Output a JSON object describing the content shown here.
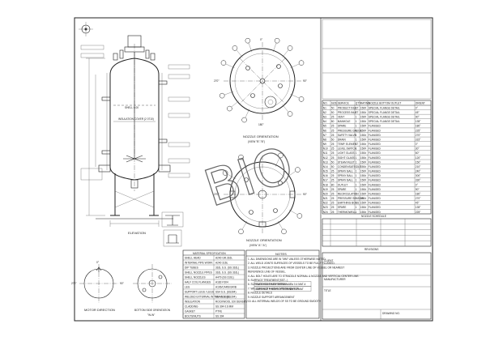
{
  "drawing": {
    "watermark": "BIO",
    "views": {
      "elevation": "ELEVATION",
      "motor_direction": "MOTOR DIRECTION",
      "bottom_nozzle": "BOTTOM SIDE ORIENTATION",
      "bottom_nozzle_sub": "\"W-W\"",
      "nozzle_orientation_top": "NOZZLE ORIENTATION",
      "nozzle_orientation_bottom": "NOZZLE ORIENTATION",
      "view_b": "(VIEW \"B\"-\"B\")",
      "view_a": "(VIEW \"A\"-\"A\")"
    },
    "elevation_labels": {
      "insulation_cover": "INSULATION COVER (2 0710)",
      "shell": "SHELL 6.00"
    },
    "angles": {
      "top": "0°",
      "left": "270°",
      "right": "90°",
      "bottom": "180°"
    },
    "notes": {
      "title": "NOTES",
      "lines": [
        "1. ALL DIMENSIONS ARE IN \"MM\" UNLESS OTHERWISE NOTED.",
        "2. ALL WELD JOINTS SURFACES OF VESSELS TO BE FULLY FLUSHED.",
        "3. NOZZLE PROJECTIONS ARE FROM CENTER LINE OF VESSEL OR NEAREST",
        "   REFERENCE LINE OF VESSEL.",
        "4. ALL BOLT HOLES ARE TO STRADDLE NORMAL & NOZZLE AND VERTICAL CENTER LINE.",
        "5. SURFACE TREATMENT(SST...)",
        "6. SURFACE FINISH EXTERNAL",
        "7. WELDING BOTH ASME SPECIFICATION",
        "8. NOZZLE DETAILS",
        "9. NOZZLE SUPPORT ARRANGEMENT",
        "10. ALL INTERNAL WELDS OF SS TO BE GROUND SMOOTH"
      ],
      "finish_rows": [
        [
          "SURFACE FINISH INTERNAL",
          "Ra 0.4 MAT-4"
        ],
        [
          "SURFACE FINISH EXTERNAL",
          "Ra 0.8 MAT"
        ]
      ]
    },
    "material_spec": {
      "title": "MATERIAL SPECIFICATION",
      "rows": [
        [
          "SHELL HEAD",
          "A240 GR.316L"
        ],
        [
          "INTERNAL PIPE WORK",
          "A240 316L"
        ],
        [
          "DIP TUBES",
          "316L S.S. (SS 316L)"
        ],
        [
          "SHELL NOZZLE PIPES",
          "316L S.S. (SS 316L)"
        ],
        [
          "SHELL NOZZLES",
          "A479 (SS 316L)"
        ],
        [
          "HALF COIL FLANGES",
          "A182-F304"
        ],
        [
          "LEG",
          "A106/CARS/GR/B"
        ],
        [
          "SUPPORT LUGS / LEGS",
          "SS4 S.S. (SS304)"
        ],
        [
          "WELDED EXTERNAL IN THE VESSEL",
          "SS4 S.S. (SS304)"
        ],
        [
          "INSULATION",
          "ROCKWOOL 100 DENSITY"
        ],
        [
          "CLADDING",
          "SS 304 0.6 MM"
        ],
        [
          "GASKET",
          "PTFE"
        ],
        [
          "BOLTS/NUTS",
          "SS 304"
        ]
      ]
    },
    "nozzle_schedule": {
      "title": "NOZZLE SCHEDULE",
      "headers": [
        "NO.",
        "SIZE",
        "SERVICE",
        "QTY",
        "RATING",
        "NOZZLE BOTTOM OUTLET",
        "ORIENT"
      ],
      "rows": [
        [
          "N1",
          "50",
          "PRODUCT INLET",
          "1",
          "150#",
          "SPECIAL FLANGE DETAIL",
          "0°"
        ],
        [
          "N2",
          "50",
          "PROCESS INLET",
          "1",
          "150#",
          "SPECIAL FLANGE DETAIL",
          "45°"
        ],
        [
          "N3",
          "25",
          "VENT",
          "1",
          "150#",
          "SPECIAL FLANGE DETAIL",
          "90°"
        ],
        [
          "N4",
          "80",
          "MANHOLE",
          "1",
          "150#",
          "SPECIAL FLANGE DETAIL",
          "135°"
        ],
        [
          "N5",
          "25",
          "SPARE",
          "1",
          "150#",
          "FLANGED",
          "180°"
        ],
        [
          "N6",
          "25",
          "PRESSURE GAUGE",
          "1",
          "150#",
          "FLANGED",
          "225°"
        ],
        [
          "N7",
          "25",
          "SAFETY VALVE",
          "1",
          "150#",
          "FLANGED",
          "270°"
        ],
        [
          "N8",
          "50",
          "DRAIN",
          "1",
          "150#",
          "FLANGED",
          "315°"
        ],
        [
          "N9",
          "25",
          "TEMP. ELEMENT",
          "1",
          "150#",
          "FLANGED",
          "0°"
        ],
        [
          "N10",
          "25",
          "LEVEL SWITCH",
          "1",
          "150#",
          "FLANGED",
          "30°"
        ],
        [
          "N11",
          "25",
          "LIGHT GLASS",
          "1",
          "150#",
          "FLANGED",
          "60°"
        ],
        [
          "N12",
          "25",
          "SIGHT GLASS",
          "1",
          "150#",
          "FLANGED",
          "120°"
        ],
        [
          "N13",
          "50",
          "STEAM INLET",
          "1",
          "150#",
          "FLANGED",
          "150°"
        ],
        [
          "N14",
          "50",
          "CONDENSATE OUT",
          "1",
          "150#",
          "FLANGED",
          "210°"
        ],
        [
          "N15",
          "25",
          "SPRAY BALL",
          "1",
          "150#",
          "FLANGED",
          "240°"
        ],
        [
          "N16",
          "25",
          "SPRAY BALL",
          "1",
          "150#",
          "FLANGED",
          "300°"
        ],
        [
          "N17",
          "25",
          "SPRAY BALL",
          "1",
          "150#",
          "FLANGED",
          "330°"
        ],
        [
          "N18",
          "80",
          "OUTLET",
          "1",
          "150#",
          "FLANGED",
          "0°"
        ],
        [
          "N19",
          "25",
          "SPARE",
          "1",
          "150#",
          "FLANGED",
          "90°"
        ],
        [
          "N20",
          "25",
          "RECIRCULATION",
          "1",
          "150#",
          "FLANGED",
          "180°"
        ],
        [
          "N21",
          "25",
          "PRESSURE SENSOR",
          "1",
          "150#",
          "FLANGED",
          "270°"
        ],
        [
          "N22",
          "25",
          "EARTHING BOSS",
          "1",
          "150#",
          "FLANGED",
          "45°"
        ],
        [
          "N23",
          "25",
          "SPARE",
          "1",
          "150#",
          "FLANGED",
          "135°"
        ],
        [
          "N24",
          "25",
          "THERMOWELL",
          "1",
          "150#",
          "FLANGED",
          "225°"
        ]
      ]
    },
    "revisions": {
      "title": "REVISIONS"
    },
    "title_block": {
      "client_label": "CLIENT",
      "manufacturer_label": "MANUFACTURER",
      "title_label": "TITLE",
      "drawing_no_label": "DRAWING NO."
    }
  }
}
